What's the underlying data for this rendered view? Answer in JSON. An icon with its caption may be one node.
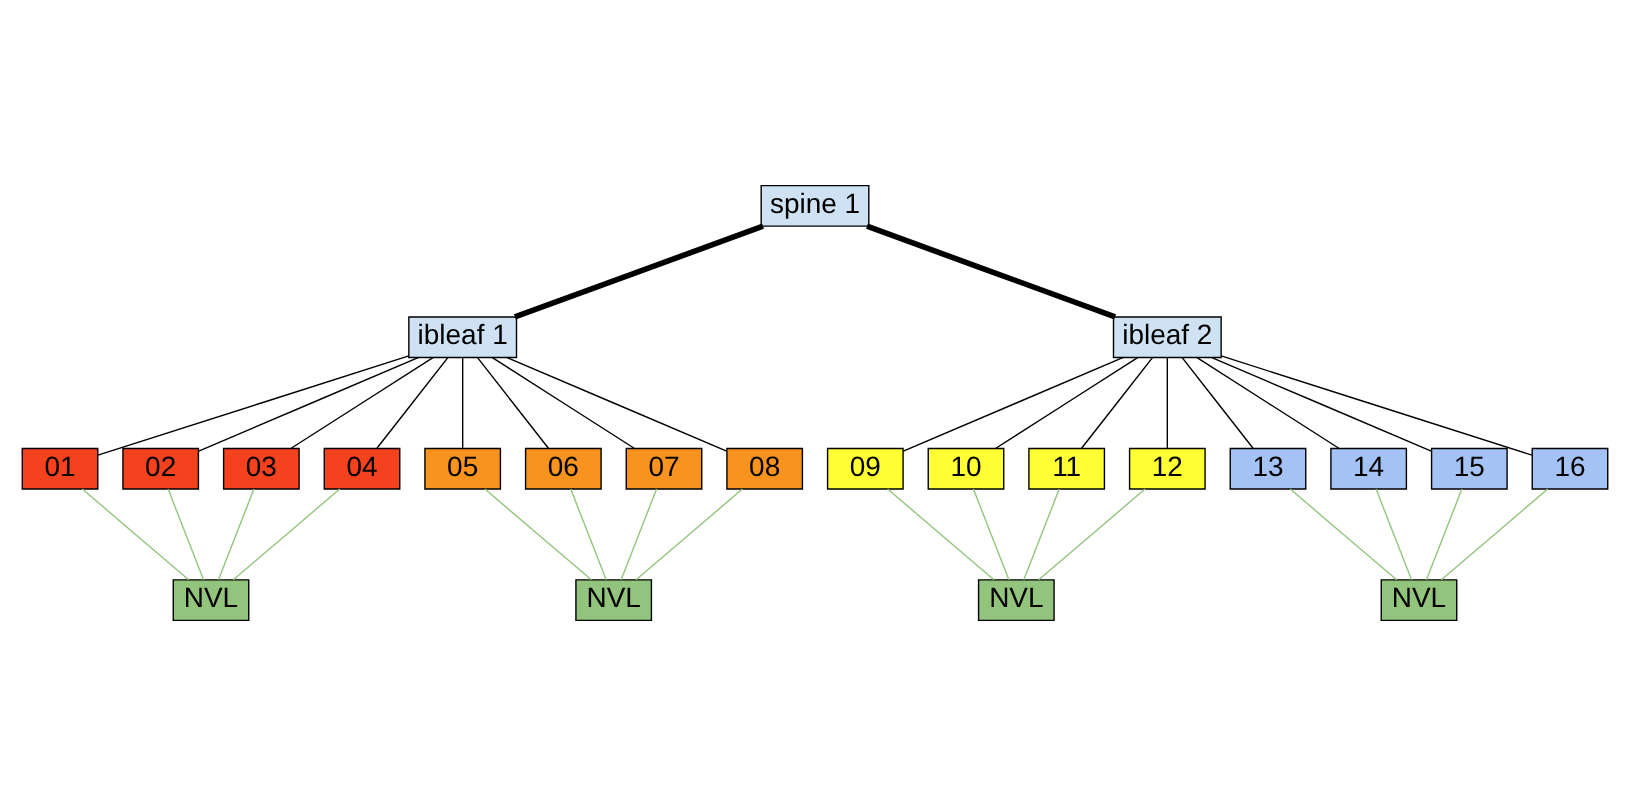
{
  "diagram": {
    "nodes": [
      {
        "text": [
          "spine 1"
        ]
      },
      {
        "text": [
          "ibleaf 1"
        ]
      },
      {
        "text": [
          "ibleaf 2"
        ]
      },
      {
        "text": [
          "01"
        ]
      },
      {
        "text": [
          "02"
        ]
      },
      {
        "text": [
          "03"
        ]
      },
      {
        "text": [
          "04"
        ]
      },
      {
        "text": [
          "05"
        ]
      },
      {
        "text": [
          "06"
        ]
      },
      {
        "text": [
          "07"
        ]
      },
      {
        "text": [
          "08"
        ]
      },
      {
        "text": [
          "09"
        ]
      },
      {
        "text": [
          "10"
        ]
      },
      {
        "text": [
          "11"
        ]
      },
      {
        "text": [
          "12"
        ]
      },
      {
        "text": [
          "13"
        ]
      },
      {
        "text": [
          "14"
        ]
      },
      {
        "text": [
          "15"
        ]
      },
      {
        "text": [
          "16"
        ]
      },
      {
        "text": [
          "NVL"
        ]
      },
      {
        "text": [
          "NVL"
        ]
      },
      {
        "text": [
          "NVL"
        ]
      },
      {
        "text": [
          "NVL"
        ]
      }
    ],
    "edges": [
      {
        "from": 0,
        "to": 1,
        "arrow": "none",
        "style": "thick"
      },
      {
        "from": 0,
        "to": 2,
        "arrow": "none",
        "style": "thick"
      },
      {
        "from": 1,
        "to": 3,
        "arrow": "none"
      },
      {
        "from": 1,
        "to": 4,
        "arrow": "none"
      },
      {
        "from": 1,
        "to": 5,
        "arrow": "none"
      },
      {
        "from": 1,
        "to": 6,
        "arrow": "none"
      },
      {
        "from": 1,
        "to": 7,
        "arrow": "none"
      },
      {
        "from": 1,
        "to": 8,
        "arrow": "none"
      },
      {
        "from": 1,
        "to": 9,
        "arrow": "none"
      },
      {
        "from": 1,
        "to": 10,
        "arrow": "none"
      },
      {
        "from": 2,
        "to": 11,
        "arrow": "none"
      },
      {
        "from": 2,
        "to": 12,
        "arrow": "none"
      },
      {
        "from": 2,
        "to": 13,
        "arrow": "none"
      },
      {
        "from": 2,
        "to": 14,
        "arrow": "none"
      },
      {
        "from": 2,
        "to": 15,
        "arrow": "none"
      },
      {
        "from": 2,
        "to": 16,
        "arrow": "none"
      },
      {
        "from": 2,
        "to": 17,
        "arrow": "none"
      },
      {
        "from": 2,
        "to": 18,
        "arrow": "none"
      },
      {
        "from": 3,
        "to": 19,
        "arrow": "none",
        "color": "#93c47d"
      },
      {
        "from": 4,
        "to": 19,
        "arrow": "none",
        "color": "#93c47d"
      },
      {
        "from": 5,
        "to": 19,
        "arrow": "none",
        "color": "#93c47d"
      },
      {
        "from": 6,
        "to": 19,
        "arrow": "none",
        "color": "#93c47d"
      },
      {
        "from": 7,
        "to": 20,
        "arrow": "none",
        "color": "#93c47d"
      },
      {
        "from": 8,
        "to": 20,
        "arrow": "none",
        "color": "#93c47d"
      },
      {
        "from": 9,
        "to": 20,
        "arrow": "none",
        "color": "#93c47d"
      },
      {
        "from": 10,
        "to": 20,
        "arrow": "none",
        "color": "#93c47d"
      },
      {
        "from": 11,
        "to": 21,
        "arrow": "none",
        "color": "#93c47d"
      },
      {
        "from": 12,
        "to": 21,
        "arrow": "none",
        "color": "#93c47d"
      },
      {
        "from": 13,
        "to": 21,
        "arrow": "none",
        "color": "#93c47d"
      },
      {
        "from": 14,
        "to": 21,
        "arrow": "none",
        "color": "#93c47d"
      },
      {
        "from": 15,
        "to": 22,
        "arrow": "none",
        "color": "#93c47d"
      },
      {
        "from": 16,
        "to": 22,
        "arrow": "none",
        "color": "#93c47d"
      },
      {
        "from": 17,
        "to": 22,
        "arrow": "none",
        "color": "#93c47d"
      },
      {
        "from": 18,
        "to": 22,
        "arrow": "none",
        "color": "#93c47d"
      }
    ]
  }
}
